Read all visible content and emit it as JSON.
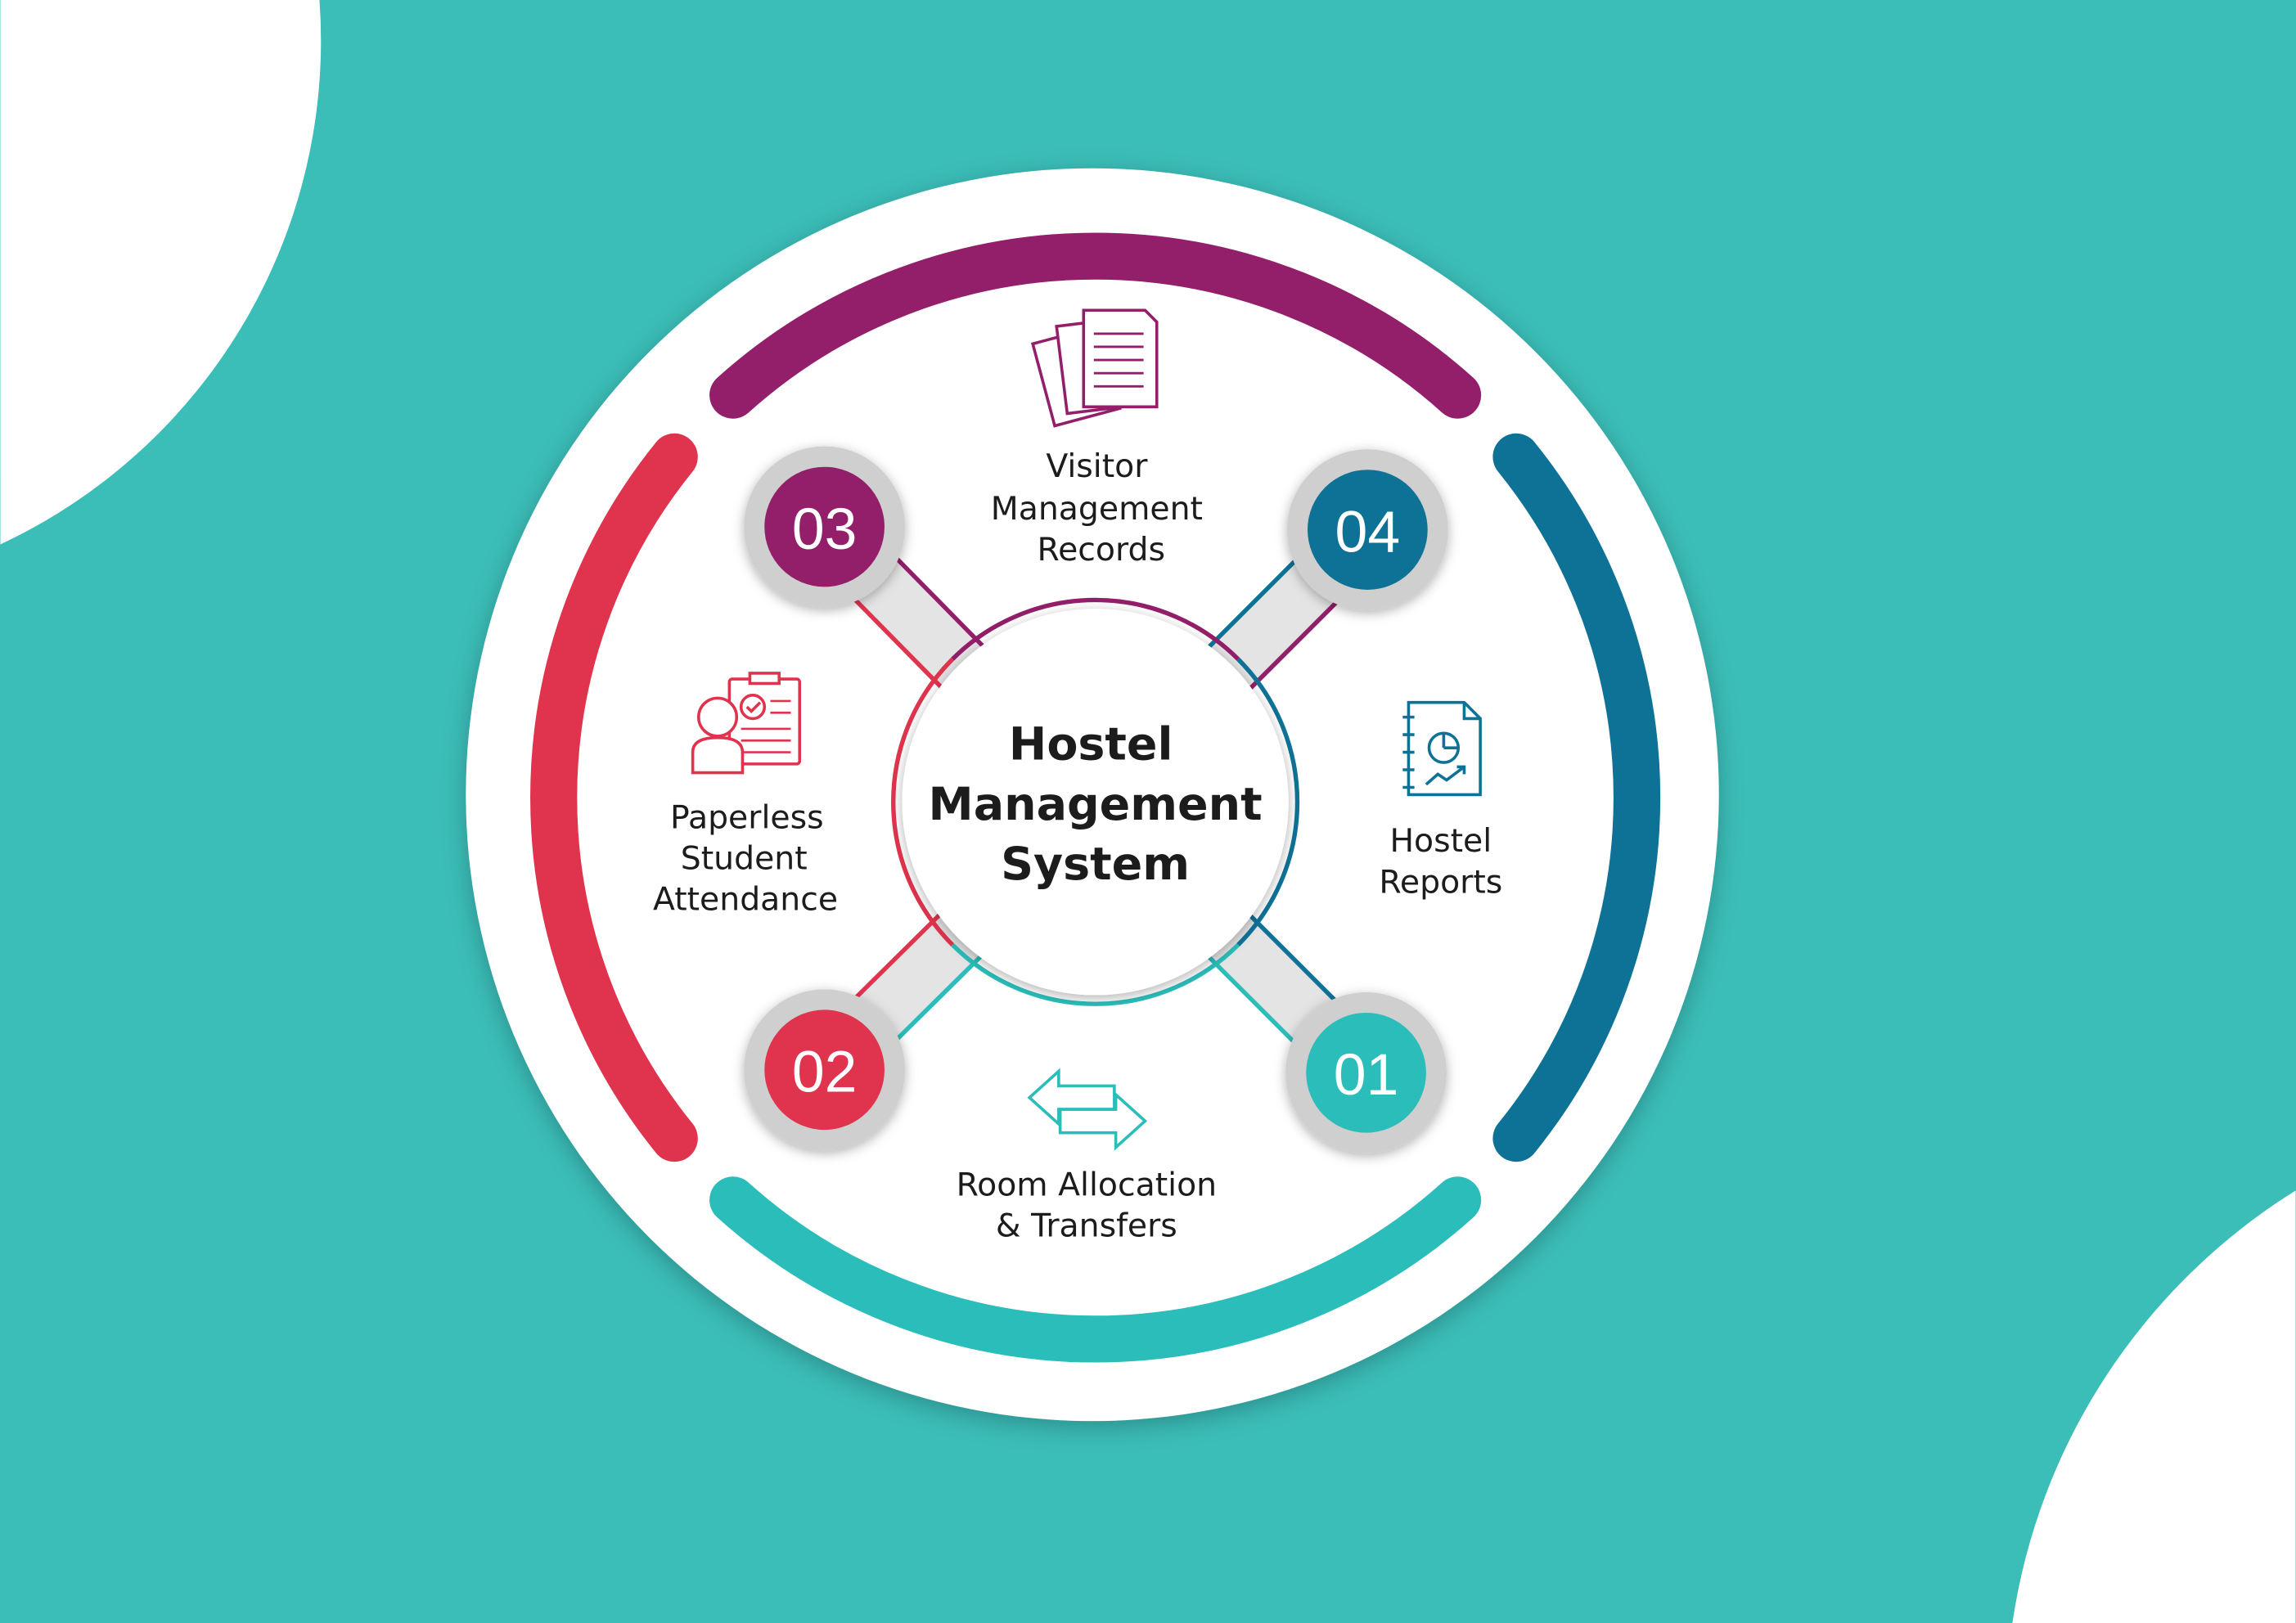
{
  "center": {
    "line1": "Hostel",
    "line2": "Management",
    "line3": "System"
  },
  "segments": [
    {
      "number": "01",
      "lines": [
        "Room Allocation",
        "& Transfers"
      ],
      "icon": "transfer-arrows-icon",
      "color": "#2bbdb9"
    },
    {
      "number": "02",
      "lines": [
        "Paperless",
        "Student",
        "Attendance"
      ],
      "icon": "attendance-clipboard-icon",
      "color": "#e0344e"
    },
    {
      "number": "03",
      "lines": [
        "Visitor",
        "Management",
        "Records"
      ],
      "icon": "documents-icon",
      "color": "#931e6a"
    },
    {
      "number": "04",
      "lines": [
        "Hostel",
        "Reports"
      ],
      "icon": "report-notebook-icon",
      "color": "#0e7296"
    }
  ],
  "colors": {
    "background": "#3bbdb8",
    "purple": "#931e6a",
    "red": "#e0344e",
    "blue": "#0e7296",
    "teal": "#2bbdb9"
  }
}
